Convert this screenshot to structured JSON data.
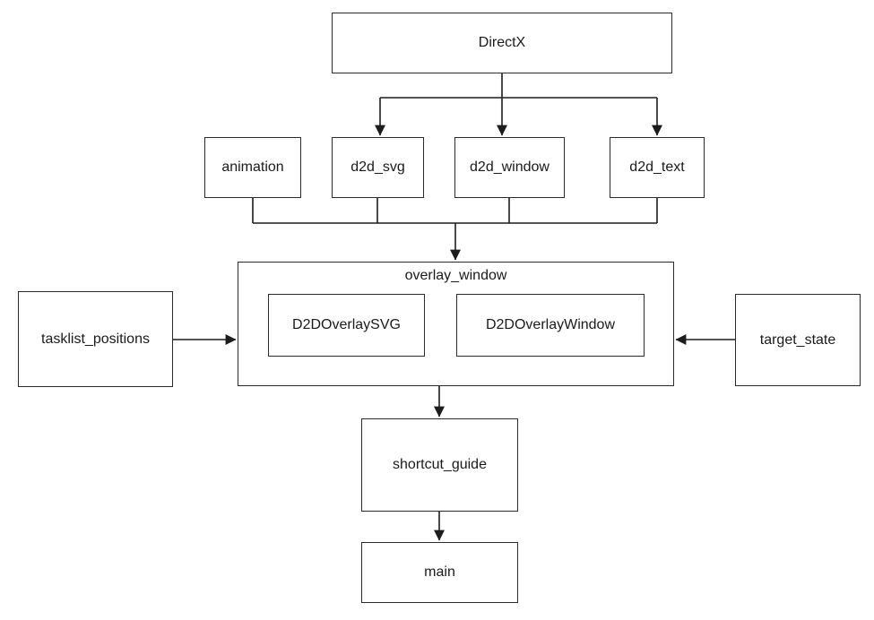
{
  "diagram": {
    "type": "module-dependency-flowchart",
    "nodes": {
      "directx": {
        "label": "DirectX"
      },
      "animation": {
        "label": "animation"
      },
      "d2d_svg": {
        "label": "d2d_svg"
      },
      "d2d_window": {
        "label": "d2d_window"
      },
      "d2d_text": {
        "label": "d2d_text"
      },
      "overlay_window": {
        "label": "overlay_window"
      },
      "d2d_overlay_svg": {
        "label": "D2DOverlaySVG"
      },
      "d2d_overlay_window": {
        "label": "D2DOverlayWindow"
      },
      "tasklist_positions": {
        "label": "tasklist_positions"
      },
      "target_state": {
        "label": "target_state"
      },
      "shortcut_guide": {
        "label": "shortcut_guide"
      },
      "main": {
        "label": "main"
      }
    },
    "edges": [
      {
        "from": "DirectX",
        "to": "d2d_svg"
      },
      {
        "from": "DirectX",
        "to": "d2d_window"
      },
      {
        "from": "DirectX",
        "to": "d2d_text"
      },
      {
        "from": "animation",
        "to": "overlay_window"
      },
      {
        "from": "d2d_svg",
        "to": "overlay_window"
      },
      {
        "from": "d2d_window",
        "to": "overlay_window"
      },
      {
        "from": "d2d_text",
        "to": "overlay_window"
      },
      {
        "from": "tasklist_positions",
        "to": "overlay_window"
      },
      {
        "from": "target_state",
        "to": "overlay_window"
      },
      {
        "from": "overlay_window",
        "to": "shortcut_guide"
      },
      {
        "from": "shortcut_guide",
        "to": "main"
      }
    ],
    "style": {
      "background": "#ffffff",
      "line_color": "#1c1c1c",
      "box_border_color": "#2b2b2b",
      "text_color": "#1a1a1a"
    }
  }
}
